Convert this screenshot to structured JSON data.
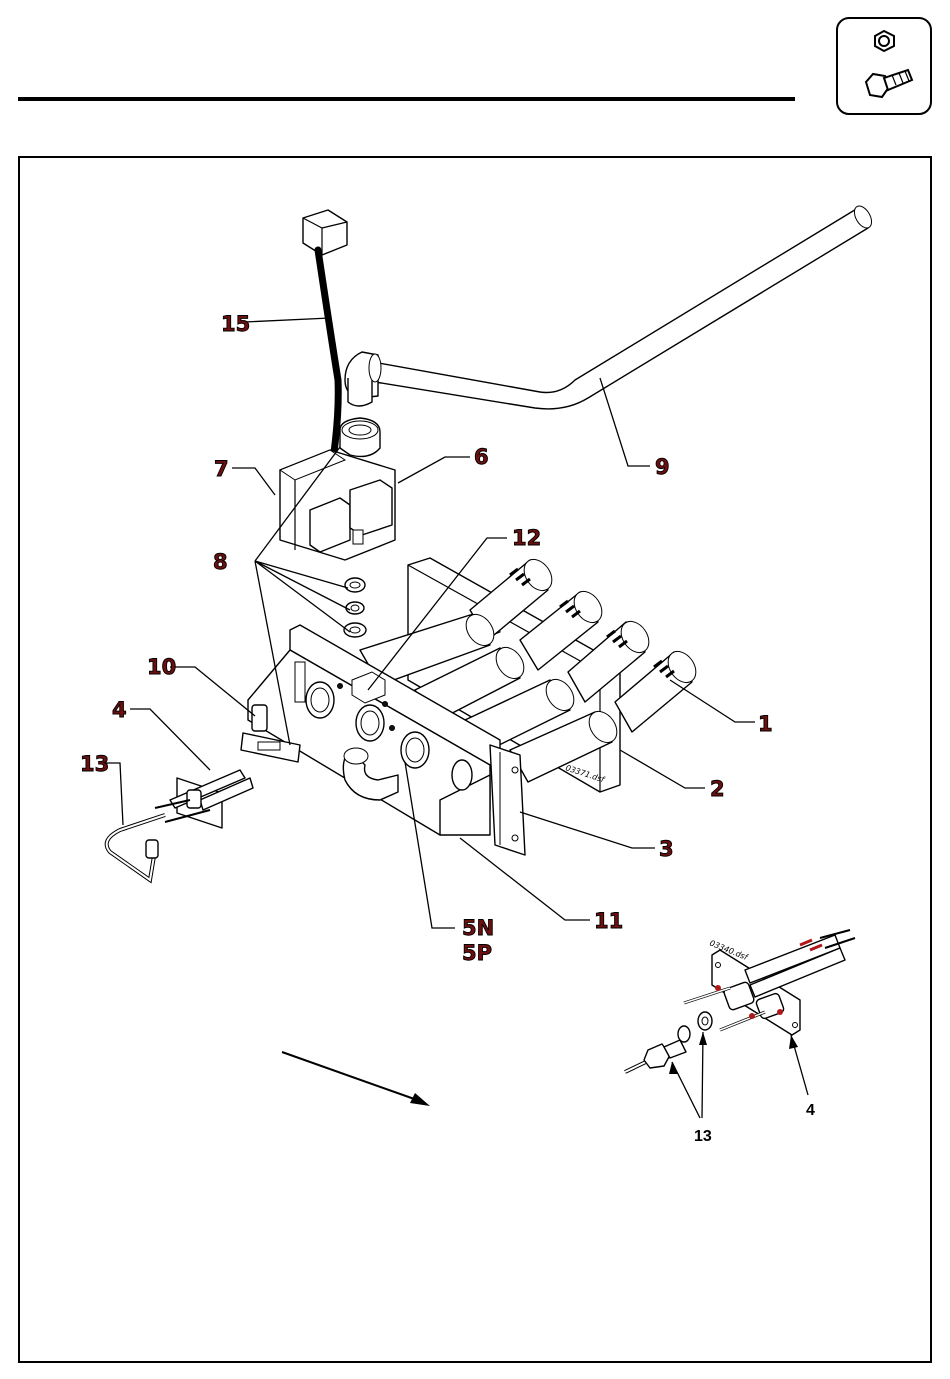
{
  "header": {
    "icon": "nut-and-bolt-icon"
  },
  "callouts": {
    "c1": "1",
    "c2": "2",
    "c3": "3",
    "c4": "4",
    "c5n": "5N",
    "c5p": "5P",
    "c6": "6",
    "c7": "7",
    "c8": "8",
    "c9": "9",
    "c10": "10",
    "c11": "11",
    "c12": "12",
    "c13": "13",
    "c15": "15"
  },
  "detail": {
    "ref_code": "03340.dsf",
    "c4": "4",
    "c13": "13"
  },
  "main_ref_code": "03371.dsf",
  "colors": {
    "callout_fill": "#6b0f0f",
    "accent_red": "#b01818",
    "line": "#000000"
  }
}
